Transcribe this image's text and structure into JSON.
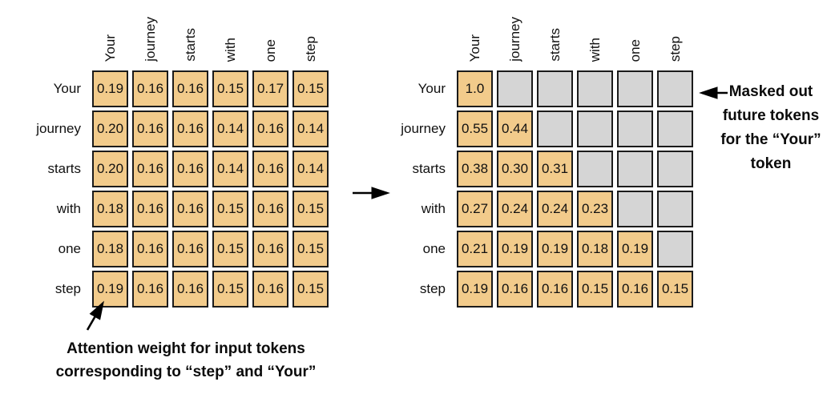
{
  "colors": {
    "cell_fill": "#F2CB8B",
    "masked_fill": "#D5D5D5",
    "border_color": "#1b1b1b",
    "arrow_color": "#000000",
    "background": "#ffffff"
  },
  "tokens": [
    "Your",
    "journey",
    "starts",
    "with",
    "one",
    "step"
  ],
  "chart_data": [
    {
      "type": "heatmap",
      "name": "attention-weights-matrix",
      "x_labels": [
        "Your",
        "journey",
        "starts",
        "with",
        "one",
        "step"
      ],
      "y_labels": [
        "Your",
        "journey",
        "starts",
        "with",
        "one",
        "step"
      ],
      "values": [
        [
          "0.19",
          "0.16",
          "0.16",
          "0.15",
          "0.17",
          "0.15"
        ],
        [
          "0.20",
          "0.16",
          "0.16",
          "0.14",
          "0.16",
          "0.14"
        ],
        [
          "0.20",
          "0.16",
          "0.16",
          "0.14",
          "0.16",
          "0.14"
        ],
        [
          "0.18",
          "0.16",
          "0.16",
          "0.15",
          "0.16",
          "0.15"
        ],
        [
          "0.18",
          "0.16",
          "0.16",
          "0.15",
          "0.16",
          "0.15"
        ],
        [
          "0.19",
          "0.16",
          "0.16",
          "0.15",
          "0.16",
          "0.15"
        ]
      ]
    },
    {
      "type": "heatmap",
      "name": "masked-attention-weights-matrix",
      "x_labels": [
        "Your",
        "journey",
        "starts",
        "with",
        "one",
        "step"
      ],
      "y_labels": [
        "Your",
        "journey",
        "starts",
        "with",
        "one",
        "step"
      ],
      "values": [
        [
          "1.0",
          null,
          null,
          null,
          null,
          null
        ],
        [
          "0.55",
          "0.44",
          null,
          null,
          null,
          null
        ],
        [
          "0.38",
          "0.30",
          "0.31",
          null,
          null,
          null
        ],
        [
          "0.27",
          "0.24",
          "0.24",
          "0.23",
          null,
          null
        ],
        [
          "0.21",
          "0.19",
          "0.19",
          "0.18",
          "0.19",
          null
        ],
        [
          "0.19",
          "0.16",
          "0.16",
          "0.15",
          "0.16",
          "0.15"
        ]
      ]
    }
  ],
  "annotations": {
    "left": {
      "lines": {
        "0": "Attention weight for input tokens",
        "1": "corresponding to “step” and “Your”"
      }
    },
    "right": {
      "lines": {
        "0": "Masked out",
        "1": "future tokens",
        "2": "for the “Your”",
        "3": "token"
      }
    }
  }
}
